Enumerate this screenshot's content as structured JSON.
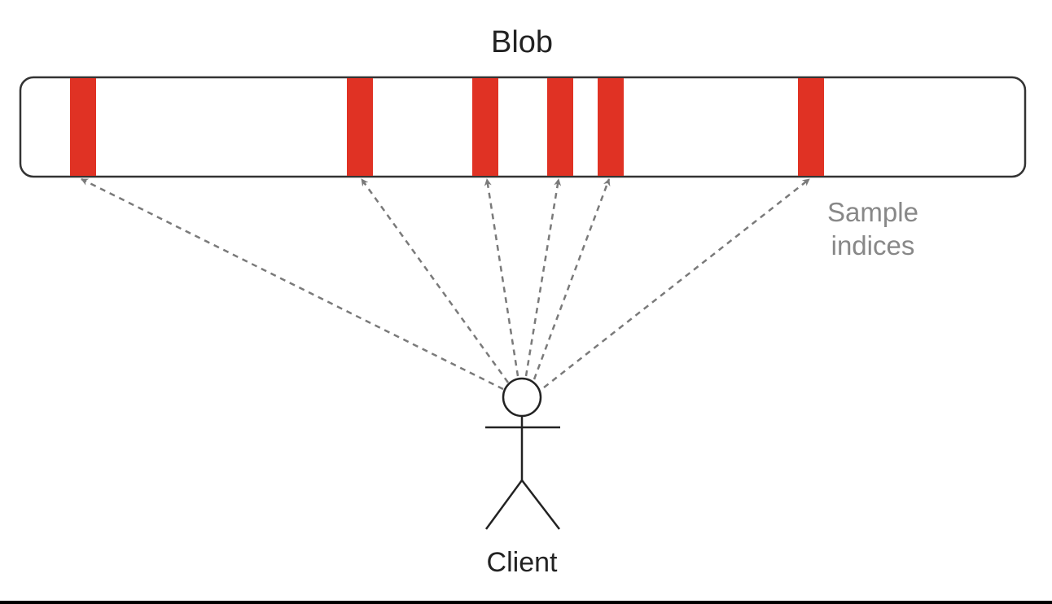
{
  "diagram": {
    "title": "Blob",
    "annotation_line1": "Sample",
    "annotation_line2": "indices",
    "actor_label": "Client",
    "sample_count": 6,
    "colors": {
      "sample_marker": "#e03224",
      "blob_outline": "#333333",
      "arrow": "#7a7a7a",
      "annotation_text": "#888888",
      "text": "#222222"
    }
  }
}
